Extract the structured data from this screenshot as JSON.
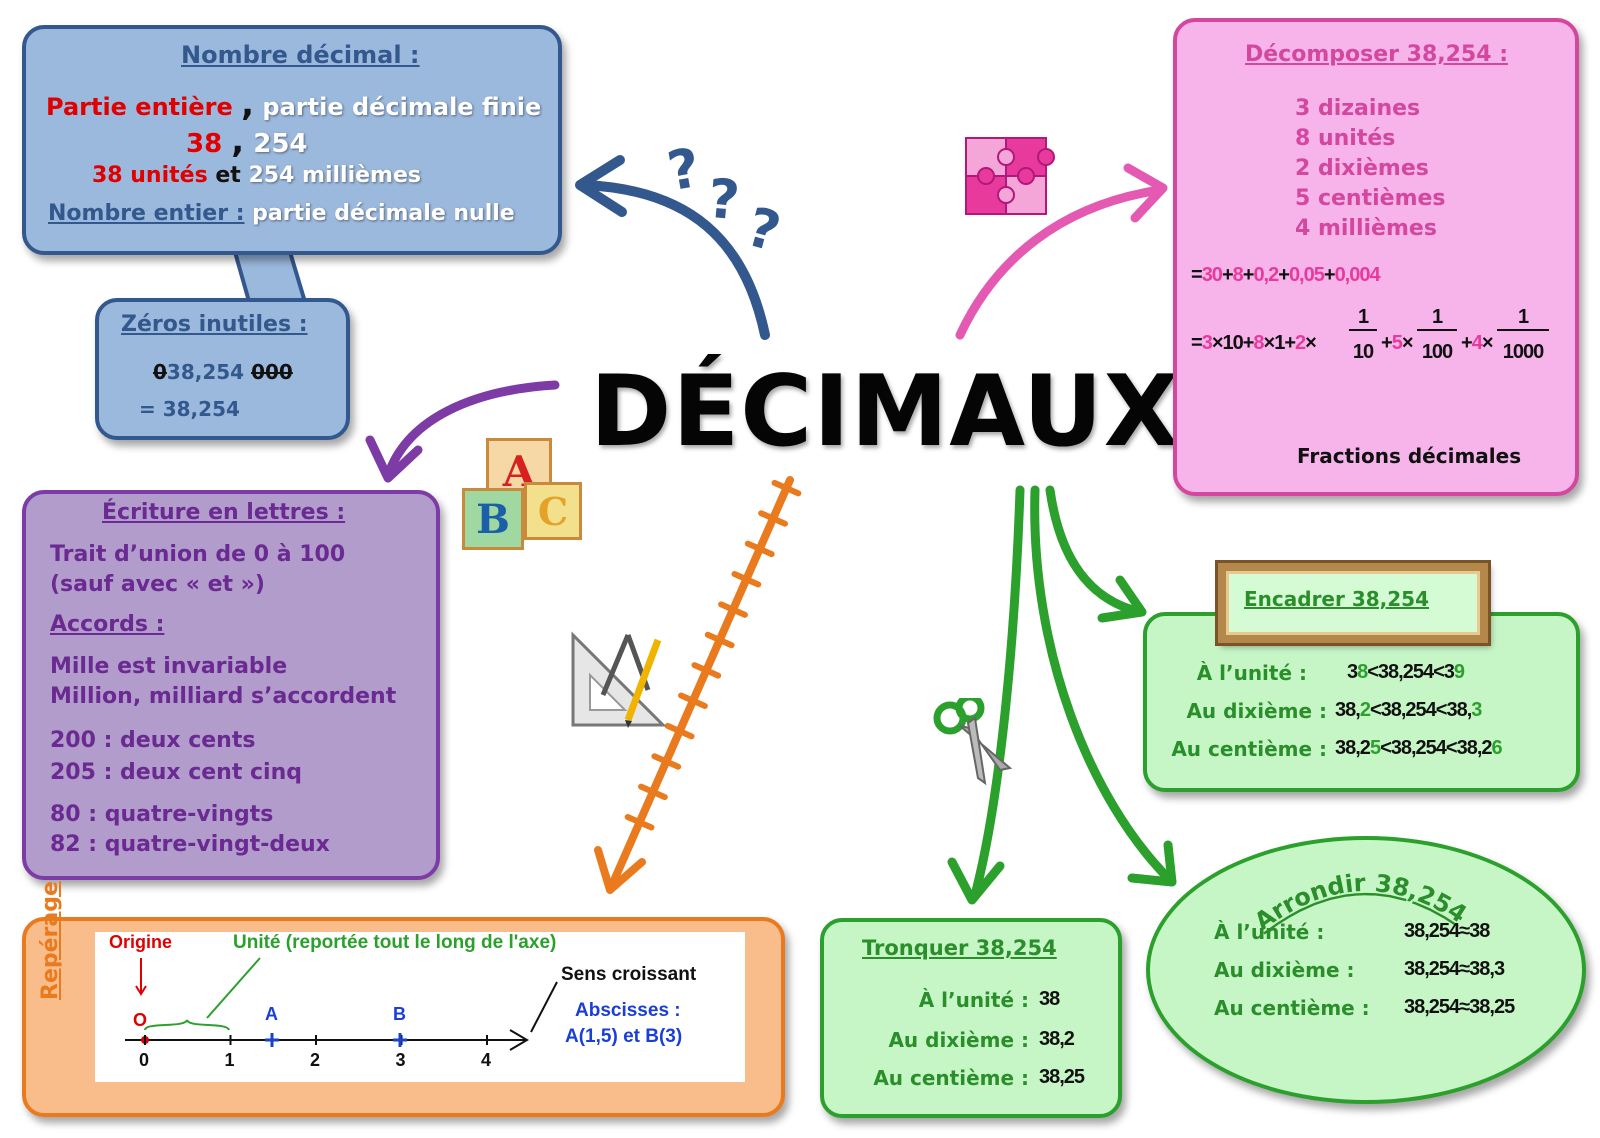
{
  "title": "DÉCIMAUX",
  "nombre_decimal": {
    "title": "Nombre décimal :",
    "partie_entiere": "Partie entière",
    "comma": ",",
    "partie_decimale": "partie décimale finie",
    "ex_int": "38",
    "ex_comma": ",",
    "ex_dec": "254",
    "units_red": "38 unités",
    "units_et": "et",
    "units_rest": "254 millièmes",
    "entier_label": "Nombre entier :",
    "entier_rest": "partie décimale nulle"
  },
  "zeros": {
    "title": "Zéros inutiles :",
    "lead_zero": "0",
    "middle": "38,254",
    "trail_zeros": "000",
    "result": "= 38,254"
  },
  "ecriture": {
    "title": "Écriture en lettres :",
    "line1": "Trait d’union de 0 à 100",
    "line2": "(sauf avec « et »)",
    "accords": "Accords :",
    "line3": "Mille est invariable",
    "line4": "Million, milliard s’accordent",
    "line5": "200 : deux cents",
    "line6": "205 : deux cent cinq",
    "line7": "80 : quatre-vingts",
    "line8": "82 : quatre-vingt-deux"
  },
  "decomposer": {
    "title": "Décomposer 38,254 :",
    "items": [
      "3 dizaines",
      "8 unités",
      "2 dixièmes",
      "5 centièmes",
      "4 millièmes"
    ],
    "sum": [
      "=",
      "30",
      "+",
      "8",
      "+",
      "0,2",
      "+",
      "0,05",
      "+",
      "0,004"
    ],
    "frac_pre": [
      "=",
      "3",
      "×10+",
      "8",
      "×1+",
      "2",
      "×",
      "+",
      "5",
      "×",
      "+",
      "4",
      "×"
    ],
    "fractions": [
      {
        "num": "1",
        "den": "10"
      },
      {
        "num": "1",
        "den": "100"
      },
      {
        "num": "1",
        "den": "1000"
      }
    ],
    "fractions_label": "Fractions décimales"
  },
  "encadrer": {
    "title": "Encadrer 38,254",
    "rows": [
      {
        "label": "À l’unité :",
        "a1": "3",
        "a2": "8",
        "mid": "<38,254<",
        "b1": "3",
        "b2": "9"
      },
      {
        "label": "Au dixième :",
        "a1": "38,",
        "a2": "2",
        "mid": "<38,254<",
        "b1": "38,",
        "b2": "3"
      },
      {
        "label": "Au centième :",
        "a1": "38,2",
        "a2": "5",
        "mid": "<38,254<",
        "b1": "38,2",
        "b2": "6"
      }
    ]
  },
  "tronquer": {
    "title": "Tronquer 38,254",
    "rows": [
      {
        "label": "À l’unité :",
        "value": "38"
      },
      {
        "label": "Au dixième :",
        "value": "38,2"
      },
      {
        "label": "Au centième :",
        "value": "38,25"
      }
    ]
  },
  "arrondir": {
    "title": "Arrondir 38,254",
    "rows": [
      {
        "label": "À l’unité :",
        "value": "38,254≈38"
      },
      {
        "label": "Au dixième :",
        "value": "38,254≈38,3"
      },
      {
        "label": "Au centième :",
        "value": "38,254≈38,25"
      }
    ]
  },
  "reperage": {
    "label": "Repérage",
    "origine": "Origine",
    "unite": "Unité (reportée tout le long de l'axe)",
    "sens": "Sens croissant",
    "abscisses": "Abscisses :",
    "abscisses_values": "A(1,5) et B(3)",
    "origin_mark": "O",
    "point_a": "A",
    "point_b": "B",
    "ticks": [
      "0",
      "1",
      "2",
      "3",
      "4"
    ]
  },
  "question_marks": [
    "?",
    "?",
    "?"
  ],
  "abc_blocks": [
    "A",
    "B",
    "C"
  ],
  "colors": {
    "blue": "#33588d",
    "purple": "#7d3ba6",
    "pink": "#d3479f",
    "green": "#2ca02c",
    "orange": "#ea7a1e",
    "red": "#e00000",
    "magenta": "#e83a9c"
  },
  "icons": [
    "puzzle-icon",
    "abc-blocks-icon",
    "geometry-tools-icon",
    "scissors-icon"
  ]
}
